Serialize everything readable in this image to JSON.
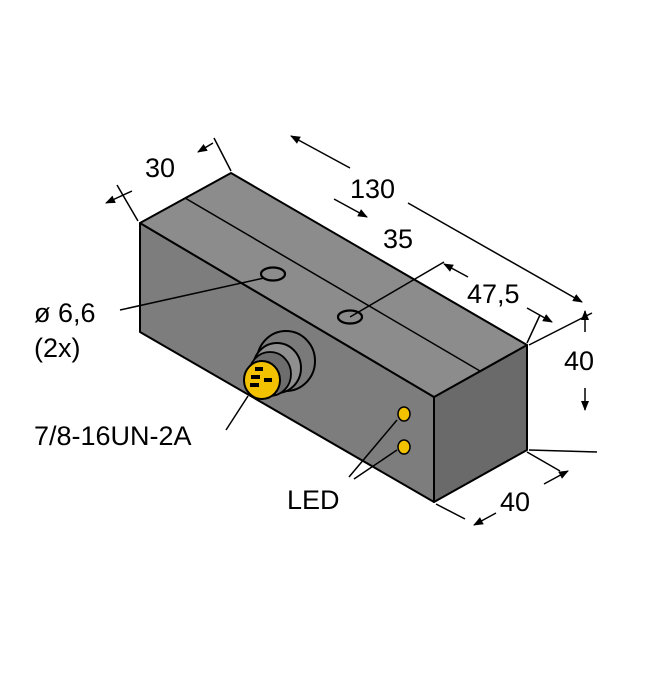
{
  "labels": {
    "depth": "30",
    "length": "130",
    "hole_spacing": "35",
    "hole_offset": "47,5",
    "height": "40",
    "width": "40",
    "hole_diameter": "ø 6,6",
    "hole_count": "(2x)",
    "thread": "7/8-16UN-2A",
    "led": "LED"
  },
  "colors": {
    "front_face": "#7d7d7d",
    "side_face": "#6a6a6a",
    "top_face": "#8c8c8c",
    "connector": "#7a7a7a",
    "connector_face": "#f2c200",
    "led": "#f2c200"
  }
}
